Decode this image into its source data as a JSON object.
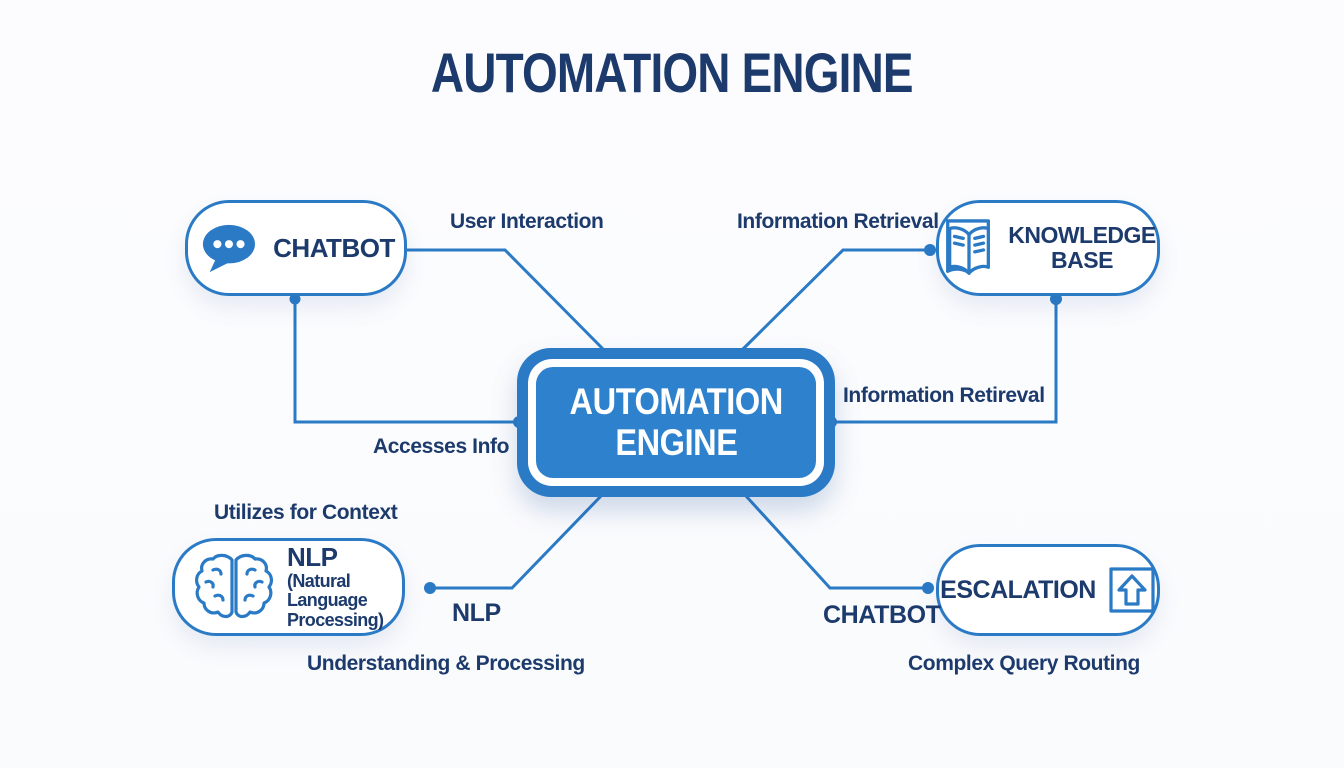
{
  "title": "AUTOMATION ENGINE",
  "colors": {
    "accent_blue": "#2a7ac5",
    "engine_fill_blue": "#2e81cc",
    "navy_text": "#1c3a6c",
    "background": "#fbfbfd"
  },
  "center_node": {
    "label_line1": "AUTOMATION",
    "label_line2": "ENGINE"
  },
  "nodes": {
    "chatbot": {
      "label": "CHATBOT",
      "icon": "speech-bubble-icon"
    },
    "knowledge_base": {
      "label_line1": "KNOWLEDGE",
      "label_line2": "BASE",
      "icon": "open-book-icon"
    },
    "nlp": {
      "label": "NLP",
      "sub_line1": "(Natural Language",
      "sub_line2": "Processing)",
      "icon": "brain-icon"
    },
    "escalation": {
      "label": "ESCALATION",
      "icon": "escalation-up-arrow-icon"
    }
  },
  "edge_labels": {
    "user_interaction": "User Interaction",
    "information_retrieval_top": "Information Retrieval",
    "information_retrieval_right": "Information Retireval",
    "accesses_info": "Accesses Info",
    "utilizes_for_context": "Utilizes for Context",
    "nlp": "NLP",
    "understanding_processing": "Understanding & Processing",
    "chatbot": "CHATBOT",
    "complex_query_routing": "Complex Query Routing"
  }
}
